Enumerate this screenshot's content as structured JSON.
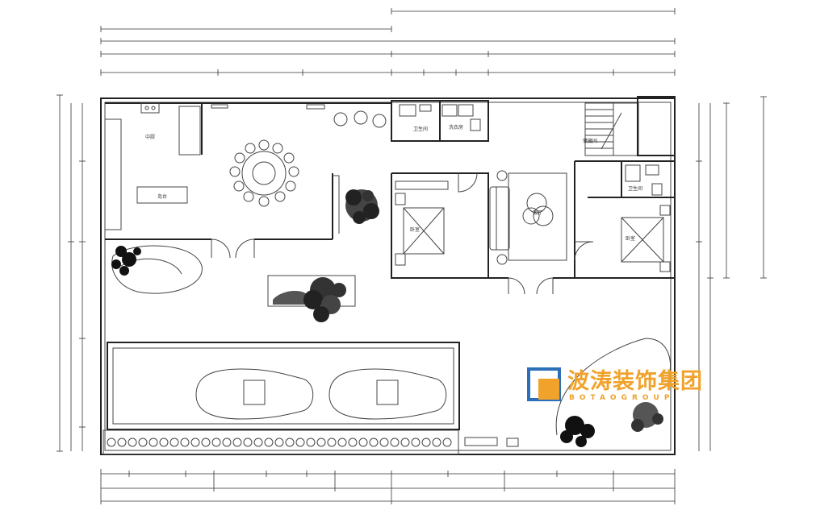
{
  "rooms": {
    "kitchen": "中厨",
    "island": "岛台",
    "bath_a": "卫生间",
    "laundry": "洗衣房",
    "storage": "储藏间",
    "bedroom_a": "卧室",
    "living": "客厅",
    "bath_b": "卫生间",
    "bedroom_b": "卧室"
  },
  "logo": {
    "chinese": "波涛装饰集团",
    "english": "BOTAOGROUP",
    "accent_color": "#f0a22a",
    "blue_color": "#2a6fb8"
  }
}
